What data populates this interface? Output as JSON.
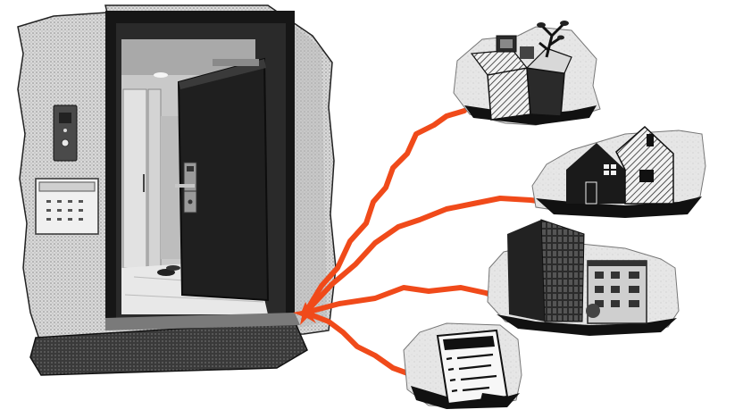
{
  "scene": {
    "subject": "open-apartment-door",
    "branches": [
      "moving-box",
      "house",
      "apartment-buildings",
      "document"
    ]
  },
  "colors": {
    "accent": "#f04a1a",
    "background": "#ffffff",
    "ink": "#151515",
    "mid_gray": "#8a8a8a",
    "paper": "#e9e9e9"
  }
}
